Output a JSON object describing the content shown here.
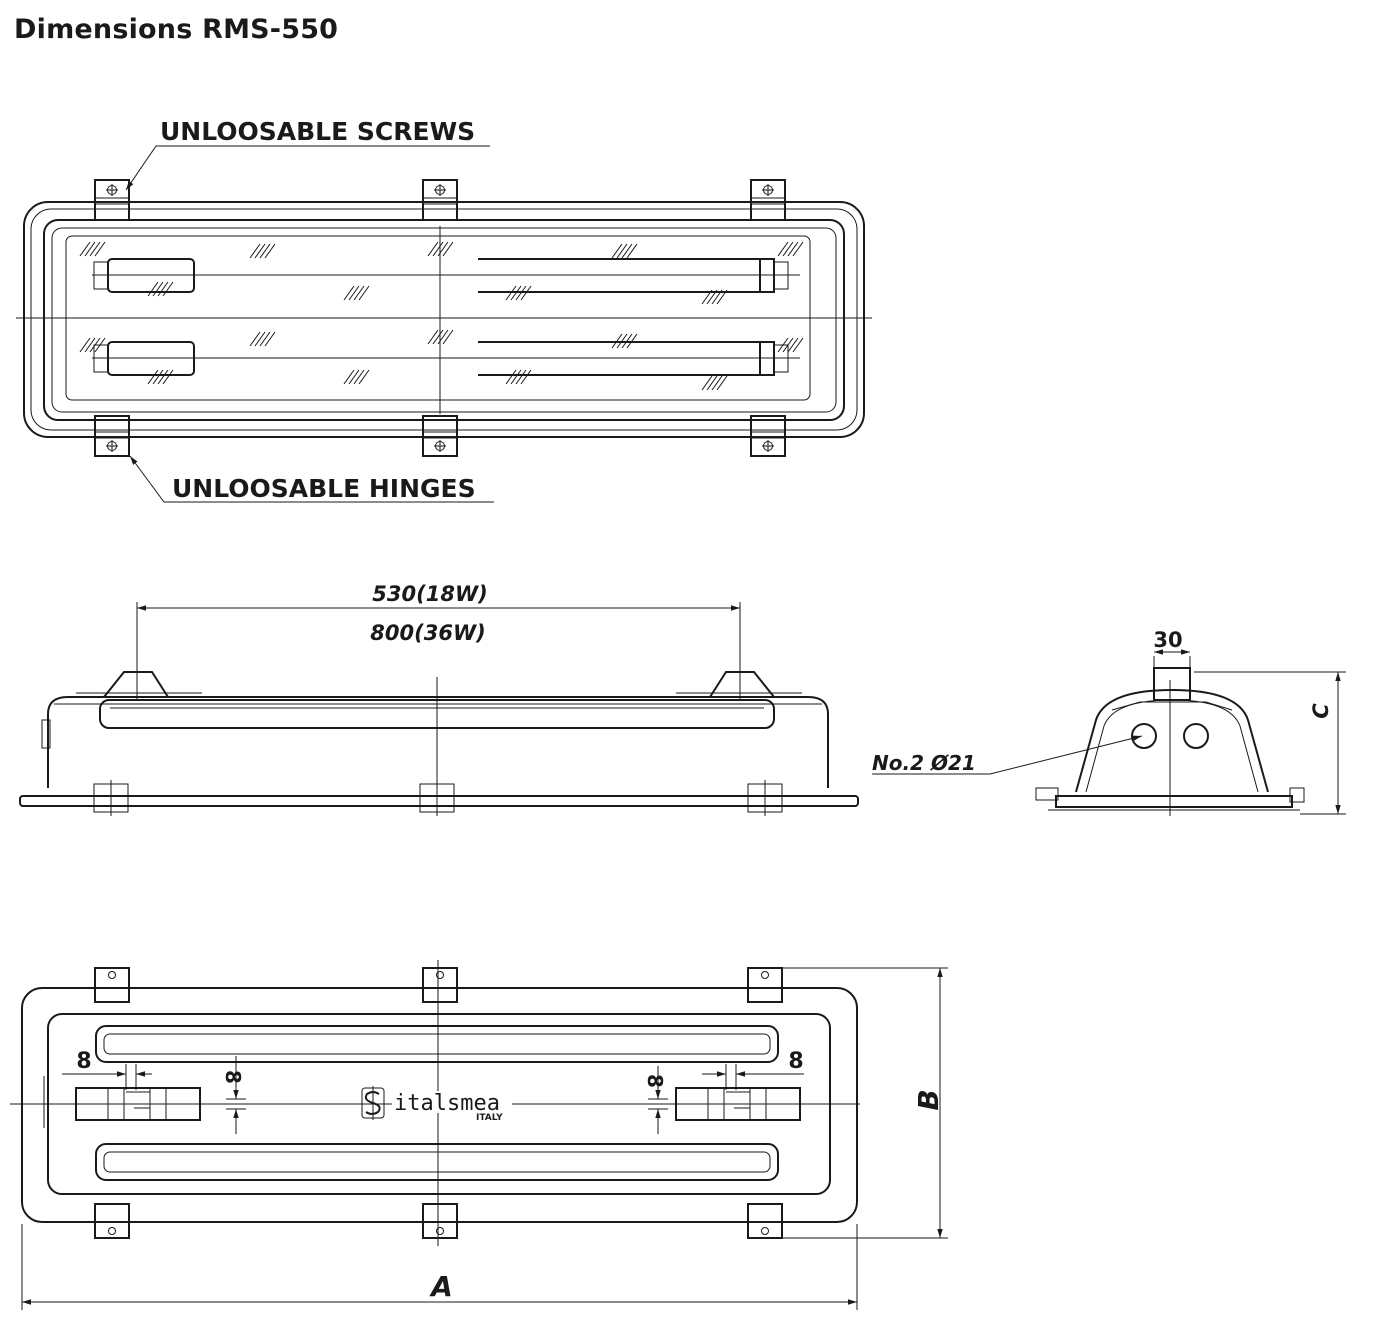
{
  "title": "Dimensions RMS-550",
  "top_view": {
    "callout_screws": "UNLOOSABLE SCREWS",
    "callout_hinges": "UNLOOSABLE HINGES"
  },
  "side_view": {
    "dim_18w": "530(18W)",
    "dim_36w": "800(36W)"
  },
  "end_view": {
    "dim_top": "30",
    "dim_c": "C",
    "hole_label": "No.2 Ø21"
  },
  "bottom_view": {
    "dim_8_left": "8",
    "dim_8_right": "8",
    "dim_8_vleft": "8",
    "dim_8_vright": "8",
    "brand": "italsmea",
    "brand_sub": "ITALY",
    "dim_a": "A",
    "dim_b": "B"
  }
}
